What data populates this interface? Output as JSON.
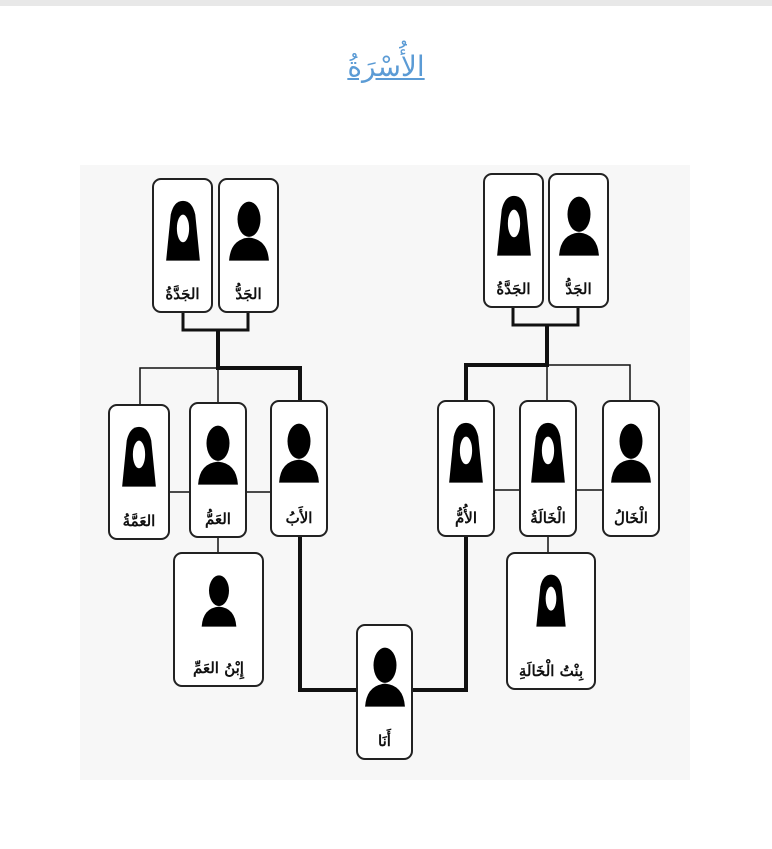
{
  "title": "الأُسْرَةُ",
  "members": {
    "grandmother_paternal": "الجَدَّةُ",
    "grandfather_paternal": "الجَدُّ",
    "grandmother_maternal": "الجَدَّةُ",
    "grandfather_maternal": "الجَدُّ",
    "aunt_paternal": "العَمَّةُ",
    "uncle_paternal": "العَمُّ",
    "father": "الأَبُ",
    "mother": "الأُمُّ",
    "aunt_maternal": "الْخَالَةُ",
    "uncle_maternal": "الْخَالُ",
    "cousin_male": "إِبْنُ العَمِّ",
    "cousin_female": "بِنْتُ الْخَالَةِ",
    "me": "أَنَا"
  }
}
